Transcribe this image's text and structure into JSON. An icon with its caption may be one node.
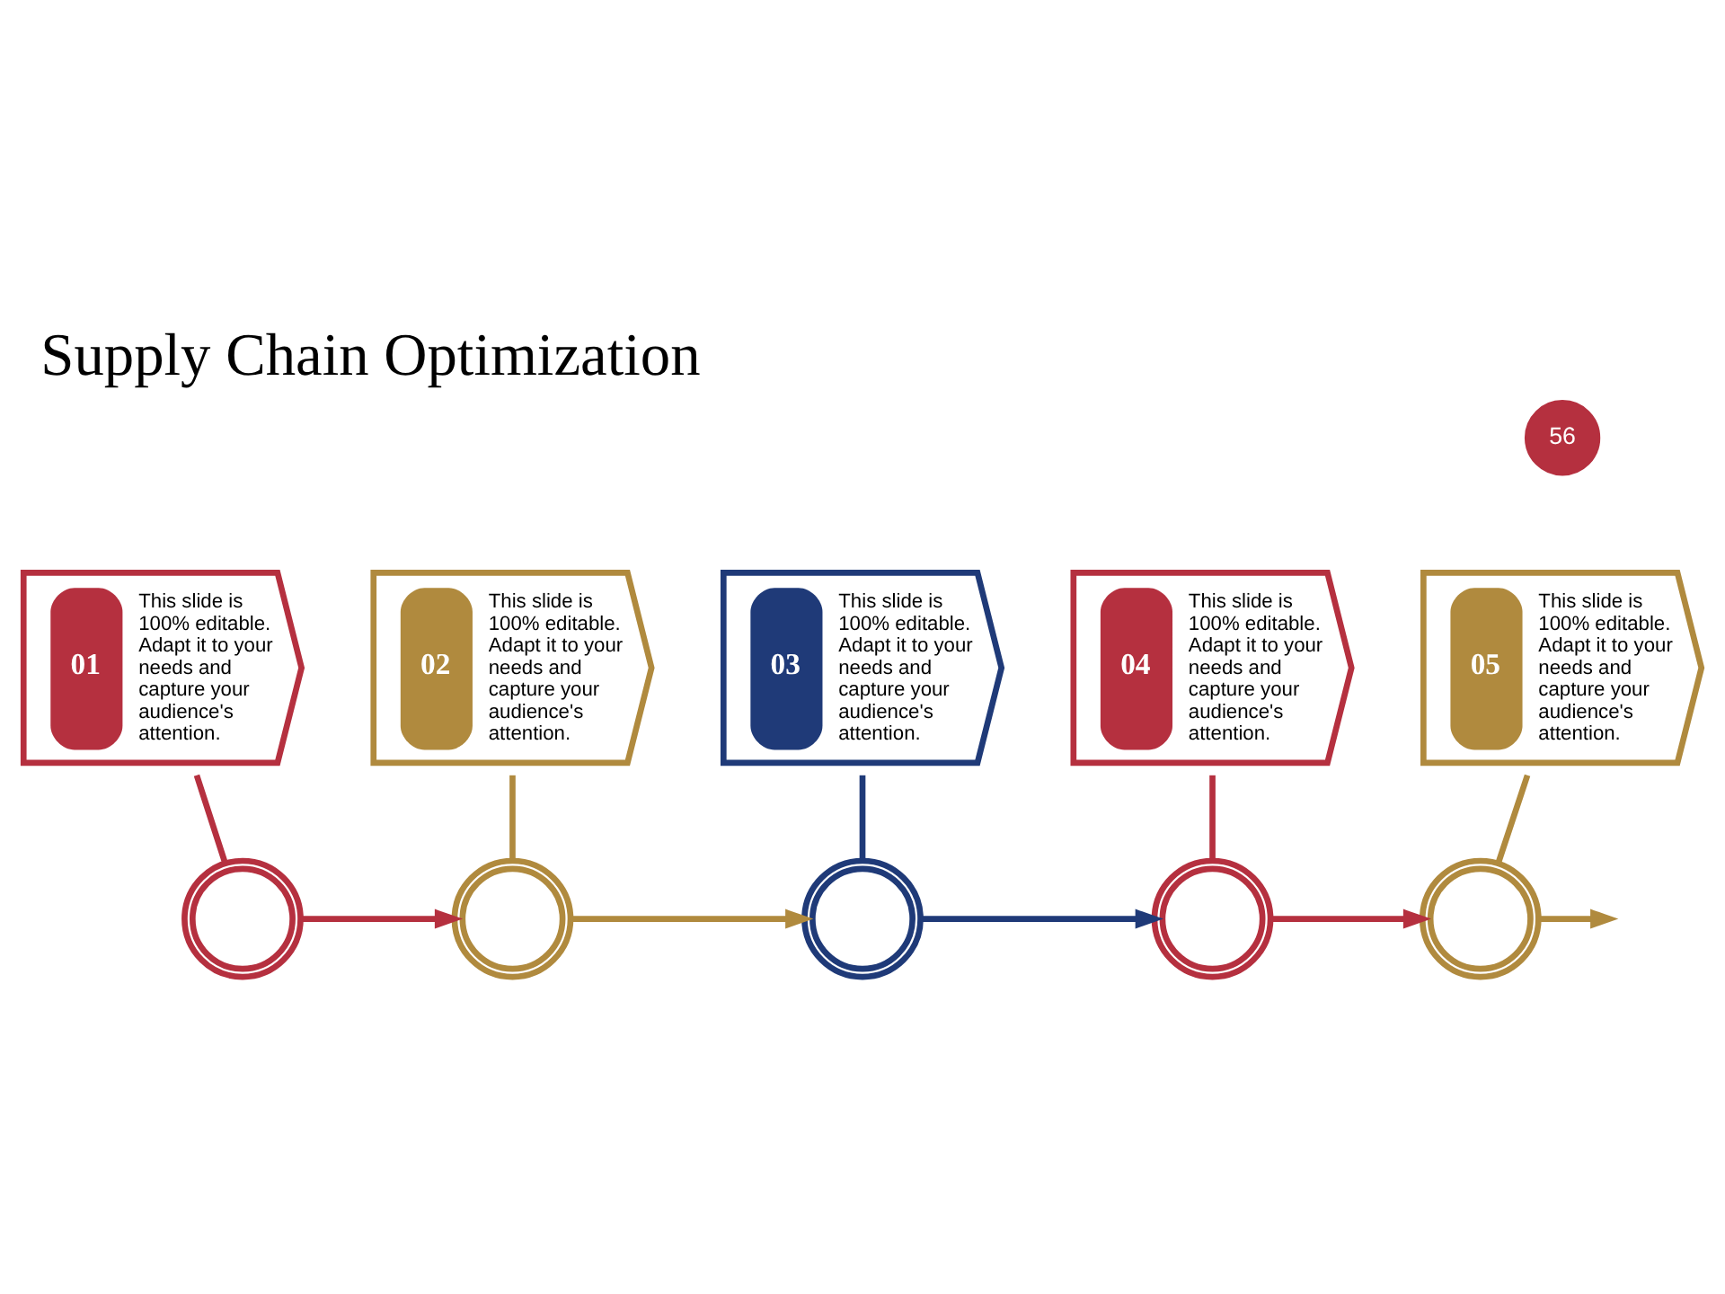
{
  "diagram": {
    "title": "Supply Chain Optimization",
    "nodes": [
      {
        "text": [
          "01",
          "This slide is 100% editable. Adapt it to your needs and capture your audience's attention."
        ]
      },
      {
        "text": [
          "02",
          "This slide is 100% editable. Adapt it to your needs and capture your audience's attention."
        ]
      },
      {
        "text": [
          "03",
          "This slide is 100% editable. Adapt it to your needs and capture your audience's attention."
        ]
      },
      {
        "text": [
          "04",
          "This slide is 100% editable. Adapt it to your needs and capture your audience's attention."
        ]
      },
      {
        "text": [
          "05",
          "This slide is 100% editable. Adapt it to your needs and capture your audience's attention."
        ]
      },
      {
        "text": [],
        "shape": "circle"
      },
      {
        "text": [],
        "shape": "circle"
      },
      {
        "text": [],
        "shape": "circle"
      },
      {
        "text": [],
        "shape": "circle"
      },
      {
        "text": [],
        "shape": "circle"
      }
    ],
    "edges": [
      {
        "from": 0,
        "to": 5,
        "arrow": "none",
        "color": "#b5303f"
      },
      {
        "from": 1,
        "to": 6,
        "arrow": "none",
        "color": "#b08a3e"
      },
      {
        "from": 2,
        "to": 7,
        "arrow": "none",
        "color": "#1f3a78"
      },
      {
        "from": 3,
        "to": 8,
        "arrow": "none",
        "color": "#b5303f"
      },
      {
        "from": 4,
        "to": 9,
        "arrow": "none",
        "color": "#b08a3e"
      },
      {
        "from": 5,
        "to": 6,
        "arrow": "to",
        "color": "#b5303f"
      },
      {
        "from": 6,
        "to": 7,
        "arrow": "to",
        "color": "#b08a3e"
      },
      {
        "from": 7,
        "to": 8,
        "arrow": "to",
        "color": "#1f3a78"
      },
      {
        "from": 8,
        "to": 9,
        "arrow": "to",
        "color": "#b5303f"
      },
      {
        "from": 9,
        "to": null,
        "arrow": "to",
        "color": "#b08a3e"
      }
    ],
    "labels": [
      "56"
    ]
  }
}
